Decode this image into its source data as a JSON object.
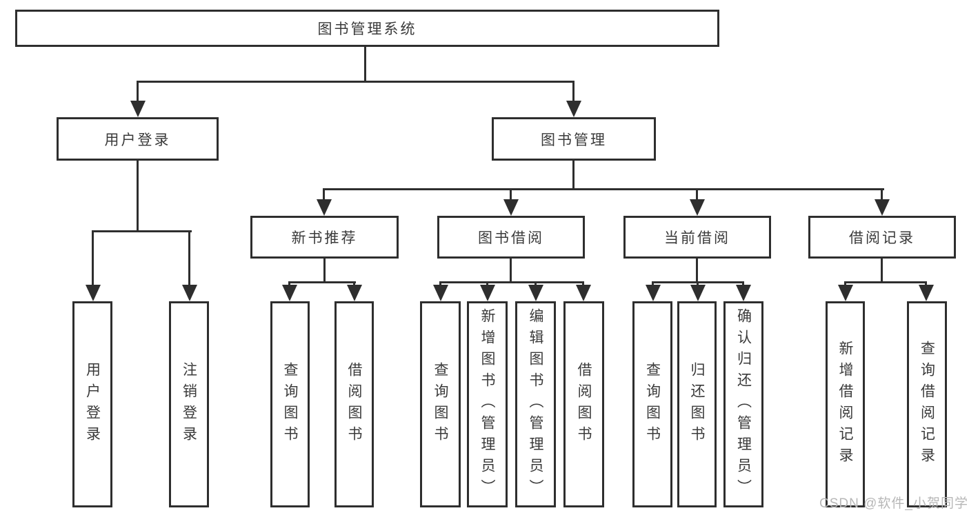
{
  "tree": {
    "root": "图书管理系统",
    "branches": [
      {
        "label": "用户登录",
        "leaves": [
          "用户登录",
          "注销登录"
        ]
      },
      {
        "label": "图书管理",
        "groups": [
          {
            "label": "新书推荐",
            "leaves": [
              "查询图书",
              "借阅图书"
            ]
          },
          {
            "label": "图书借阅",
            "leaves": [
              "查询图书",
              "新增图书（管理员）",
              "编辑图书（管理员）",
              "借阅图书"
            ]
          },
          {
            "label": "当前借阅",
            "leaves": [
              "查询图书",
              "归还图书",
              "确认归还（管理员）"
            ]
          },
          {
            "label": "借阅记录",
            "leaves": [
              "新增借阅记录",
              "查询借阅记录"
            ]
          }
        ]
      }
    ]
  },
  "watermark": {
    "text": "CSDN @软件_小贺同学",
    "color": "#b7b7b7"
  },
  "colors": {
    "line": "#2e2e2e",
    "text": "#3a3a3a",
    "background": "#ffffff"
  }
}
